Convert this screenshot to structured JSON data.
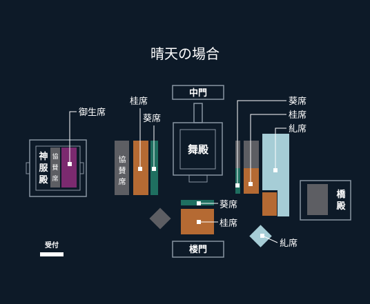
{
  "title": "晴天の場合",
  "buildings": {
    "chumon": "中門",
    "rōmon": "楼門",
    "butaiden": "舞殿",
    "shinpukuden": [
      "神",
      "服",
      "殿"
    ],
    "hashiden": [
      "橋",
      "殿"
    ]
  },
  "seats": {
    "kyosan": [
      "協",
      "賛",
      "席"
    ],
    "kyosan_inner": [
      "協",
      "賛",
      "席"
    ]
  },
  "labels": {
    "gyosei": "御生席",
    "katsura_left": "桂席",
    "aoi_left": "葵席",
    "aoi_right": "葵席",
    "katsura_right": "桂席",
    "tadasu_right": "糺席",
    "aoi_bottom": "葵席",
    "katsura_bottom": "桂席",
    "tadasu_bottom": "糺席",
    "uketsuke": "受付"
  },
  "colors": {
    "background": "#0d1a28",
    "outline": "#8a96a3",
    "gray": "#5d5e63",
    "orange": "#b56a33",
    "green": "#1f6f60",
    "purple": "#7b2a6f",
    "lightblue": "#a6cdd6",
    "text": "#ffffff"
  }
}
